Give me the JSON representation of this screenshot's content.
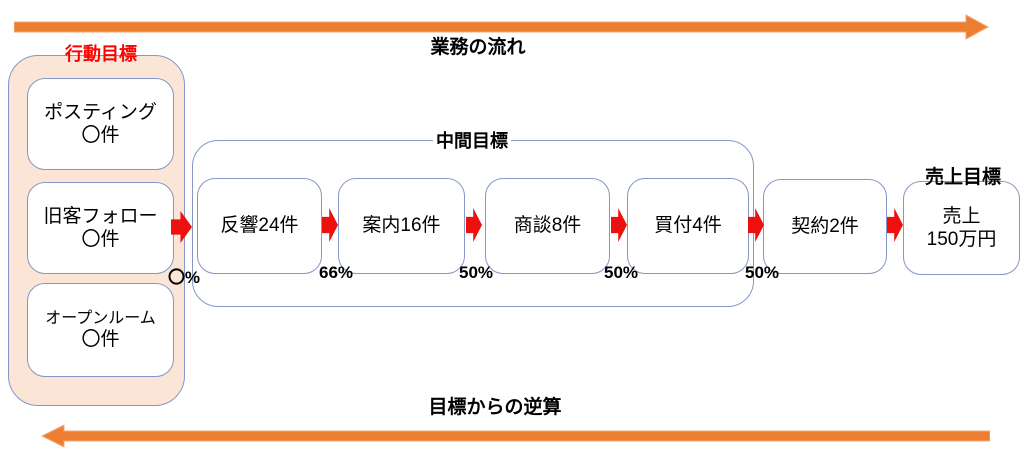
{
  "flow_top": {
    "label": "業務の流れ"
  },
  "flow_bottom": {
    "label": "目標からの逆算"
  },
  "action_goals": {
    "title": "行動目標",
    "items": [
      {
        "line1": "ポスティング",
        "line2": "〇件"
      },
      {
        "line1": "旧客フォロー",
        "line2": "〇件"
      },
      {
        "line1": "オープンルーム",
        "line2": "〇件"
      }
    ]
  },
  "intermediate_goals": {
    "title": "中間目標",
    "boxes": [
      {
        "label": "反響24件"
      },
      {
        "label": "案内16件"
      },
      {
        "label": "商談8件"
      },
      {
        "label": "買付4件"
      }
    ]
  },
  "contract_box": {
    "label": "契約2件"
  },
  "sales_goal": {
    "title": "売上目標",
    "line1": "売上",
    "line2": "150万円"
  },
  "conversion_rates": [
    {
      "value": "〇%"
    },
    {
      "value": "66%"
    },
    {
      "value": "50%"
    },
    {
      "value": "50%"
    },
    {
      "value": "50%"
    }
  ],
  "colors": {
    "accent_orange": "#ED7D31",
    "outline_blue": "#8497C8",
    "peach_fill": "#FBE5D6",
    "arrow_red": "#EE0F0F",
    "title_red": "#FF0000"
  }
}
